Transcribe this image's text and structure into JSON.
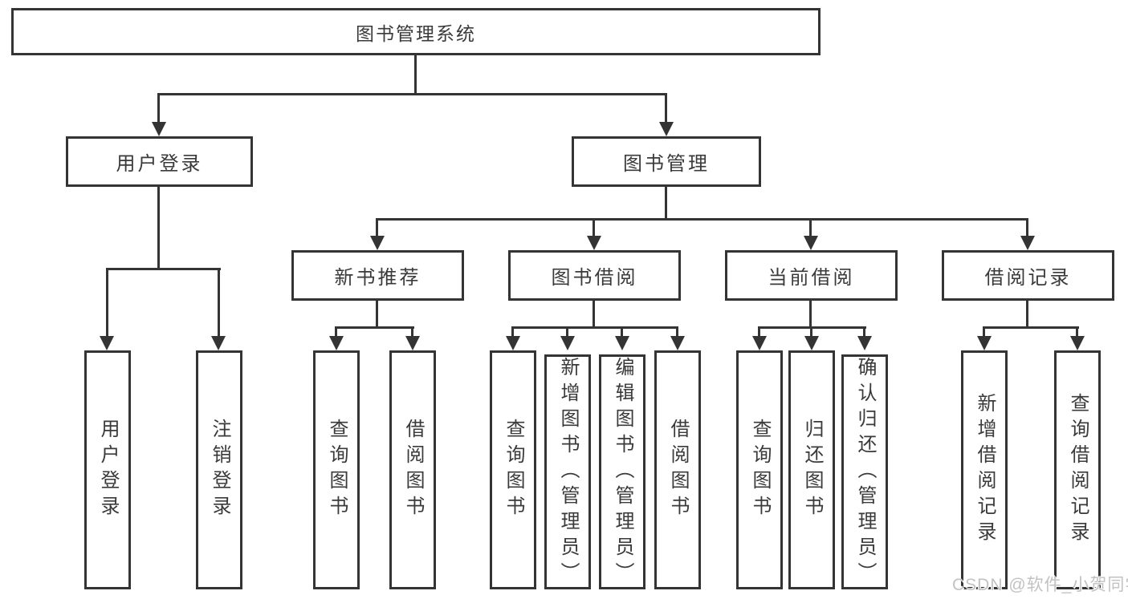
{
  "diagram_title": "图书管理系统",
  "colors": {
    "background": "#ffffff",
    "line": "#343434",
    "text": "#3a3a3a",
    "watermark": "#c2c2c2"
  },
  "tree": {
    "label": "图书管理系统",
    "children": [
      {
        "label": "用户登录",
        "children": [
          {
            "label": "用户登录"
          },
          {
            "label": "注销登录"
          }
        ]
      },
      {
        "label": "图书管理",
        "children": [
          {
            "label": "新书推荐",
            "children": [
              {
                "label": "查询图书"
              },
              {
                "label": "借阅图书"
              }
            ]
          },
          {
            "label": "图书借阅",
            "children": [
              {
                "label": "查询图书"
              },
              {
                "label": "新增图书（管理员）"
              },
              {
                "label": "编辑图书（管理员）"
              },
              {
                "label": "借阅图书"
              }
            ]
          },
          {
            "label": "当前借阅",
            "children": [
              {
                "label": "查询图书"
              },
              {
                "label": "归还图书"
              },
              {
                "label": "确认归还（管理员）"
              }
            ]
          },
          {
            "label": "借阅记录",
            "children": [
              {
                "label": "新增借阅记录"
              },
              {
                "label": "查询借阅记录"
              }
            ]
          }
        ]
      }
    ]
  },
  "watermark": {
    "text": "CSDN @软件_小贺同学"
  }
}
